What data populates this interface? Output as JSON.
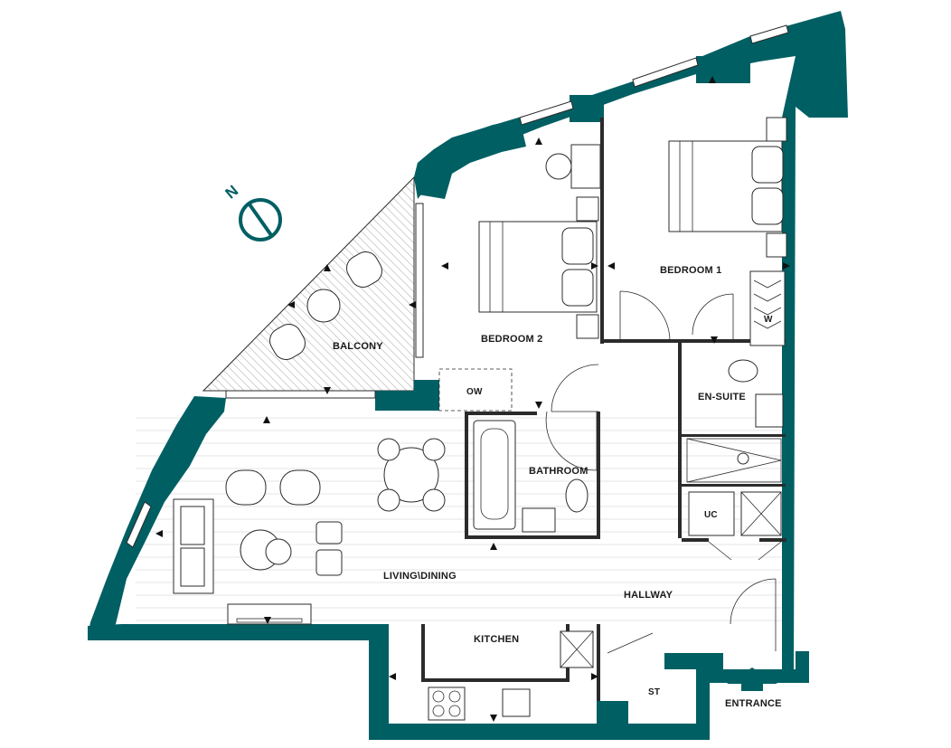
{
  "rooms": {
    "balcony": "BALCONY",
    "bedroom1": "BEDROOM 1",
    "bedroom2": "BEDROOM 2",
    "ensuite": "EN-SUITE",
    "bathroom": "BATHROOM",
    "living_dining": "LIVING\\DINING",
    "hallway": "HALLWAY",
    "kitchen": "KITCHEN",
    "entrance": "ENTRANCE"
  },
  "fixtures": {
    "wardrobe": "W",
    "other_wardrobe": "OW",
    "utility_cupboard": "UC",
    "store": "ST"
  },
  "compass": {
    "north_label": "N",
    "icon": "north-compass-icon"
  },
  "colors": {
    "wall": "#005f63",
    "line": "#2b2b2b",
    "floor_lines": "#c9c9c9",
    "background": "#ffffff"
  }
}
